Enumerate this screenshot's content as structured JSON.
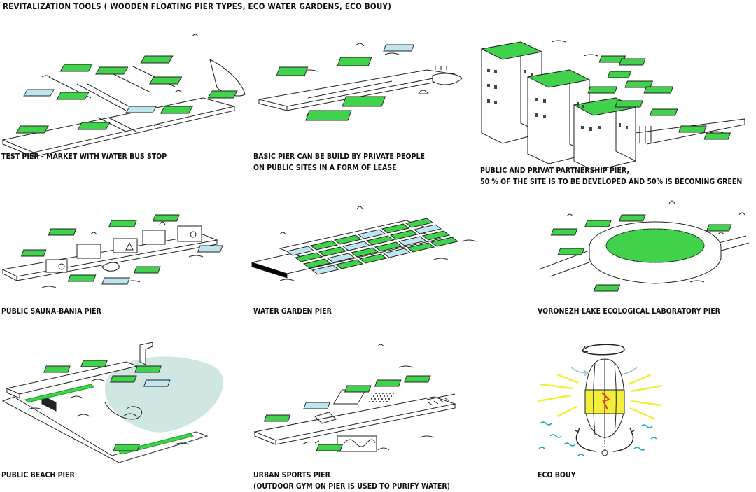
{
  "title": "REVITALIZATION TOOLS ( WOODEN FLOATING PIER TYPES, ECO WATER GARDENS, ECO BOUY)",
  "panels": [
    {
      "id": "test-pier",
      "caption": [
        "TEST PIER - MARKET WITH WATER BUS STOP"
      ]
    },
    {
      "id": "basic-pier",
      "caption": [
        "BASIC PIER CAN BE BUILD BY PRIVATE PEOPLE",
        "ON PUBLIC SITES IN A FORM OF LEASE"
      ]
    },
    {
      "id": "ppp-pier",
      "caption": [
        "PUBLIC AND PRIVAT PARTNERSHIP PIER,",
        "50 % OF THE SITE IS TO BE DEVELOPED AND 50% IS BECOMING GREEN"
      ]
    },
    {
      "id": "sauna-pier",
      "caption": [
        "PUBLIC SAUNA-BANIA PIER"
      ]
    },
    {
      "id": "water-garden-pier",
      "caption": [
        "WATER GARDEN PIER"
      ]
    },
    {
      "id": "lab-pier",
      "caption": [
        "VORONEZH LAKE ECOLOGICAL LABORATORY PIER"
      ]
    },
    {
      "id": "beach-pier",
      "caption": [
        "PUBLIC BEACH PIER"
      ]
    },
    {
      "id": "sports-pier",
      "caption": [
        "URBAN SPORTS PIER",
        "(OUTDOOR GYM ON PIER IS USED TO PURIFY WATER)"
      ]
    },
    {
      "id": "eco-bouy",
      "caption": [
        "ECO BOUY"
      ]
    }
  ],
  "colors": {
    "grass": "#3fd24a",
    "grass_dark": "#1f9a2a",
    "water_blue": "#bfe6ef",
    "lake": "#cfe6e3",
    "yellow": "#f3ee3a",
    "arrow_grey": "#9fc3c8",
    "wave_teal": "#13a6b8",
    "line": "#222222"
  }
}
